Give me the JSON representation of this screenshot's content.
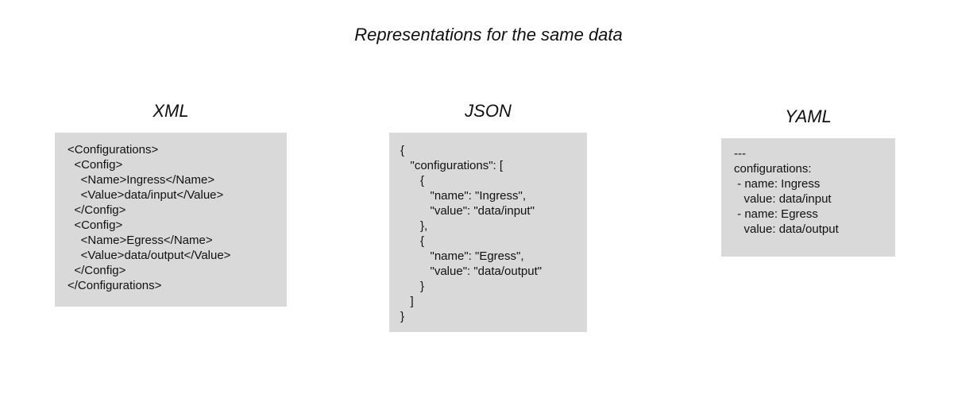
{
  "title": "Representations for the same data",
  "panels": {
    "xml": {
      "heading": "XML",
      "lines": [
        "<Configurations>",
        "  <Config>",
        "    <Name>Ingress</Name>",
        "    <Value>data/input</Value>",
        "  </Config>",
        "  <Config>",
        "    <Name>Egress</Name>",
        "    <Value>data/output</Value>",
        "  </Config>",
        "</Configurations>"
      ]
    },
    "json": {
      "heading": "JSON",
      "lines": [
        "{",
        "   \"configurations\": [",
        "      {",
        "         \"name\": \"Ingress\",",
        "         \"value\": \"data/input\"",
        "      },",
        "      {",
        "         \"name\": \"Egress\",",
        "         \"value\": \"data/output\"",
        "      }",
        "   ]",
        "}"
      ]
    },
    "yaml": {
      "heading": "YAML",
      "lines": [
        "---",
        "configurations:",
        " - name: Ingress",
        "   value: data/input",
        " - name: Egress",
        "   value: data/output"
      ]
    }
  }
}
